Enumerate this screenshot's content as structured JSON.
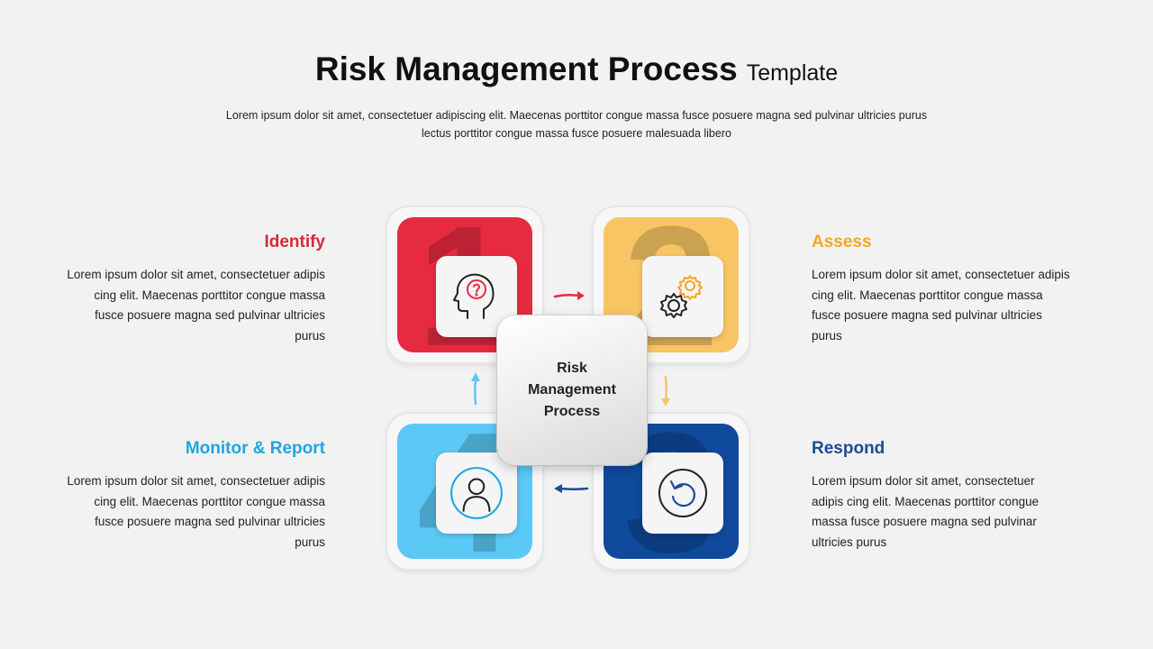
{
  "header": {
    "title_main": "Risk Management Process",
    "title_sub": "Template",
    "subtitle": "Lorem ipsum dolor sit amet, consectetuer adipiscing elit. Maecenas porttitor congue massa fusce posuere magna sed pulvinar ultricies purus lectus porttitor congue massa fusce posuere malesuada libero"
  },
  "center": {
    "label": "Risk Management Process"
  },
  "steps": [
    {
      "number": "1",
      "title": "Identify",
      "color": "#d42a3c",
      "tile_color": "#e62a40",
      "icon": "head-question-icon",
      "description": "Lorem ipsum dolor sit amet, consectetuer adipis cing elit. Maecenas porttitor congue massa fusce posuere magna sed pulvinar ultricies purus"
    },
    {
      "number": "2",
      "title": "Assess",
      "color": "#f5a623",
      "tile_color": "#f8c565",
      "icon": "gears-icon",
      "description": "Lorem ipsum dolor sit amet, consectetuer adipis cing elit. Maecenas porttitor congue massa fusce posuere magna sed pulvinar ultricies purus"
    },
    {
      "number": "3",
      "title": "Respond",
      "color": "#1e4b96",
      "tile_color": "#0f4a9c",
      "icon": "refresh-icon",
      "description": "Lorem ipsum dolor sit amet, consectetuer adipis cing elit. Maecenas porttitor congue massa fusce posuere magna sed pulvinar ultricies purus"
    },
    {
      "number": "4",
      "title": "Monitor & Report",
      "color": "#1fa6e0",
      "tile_color": "#5bc8f5",
      "icon": "user-icon",
      "description": "Lorem ipsum dolor sit amet, consectetuer adipis cing elit. Maecenas porttitor congue massa fusce posuere magna sed pulvinar ultricies purus"
    }
  ]
}
